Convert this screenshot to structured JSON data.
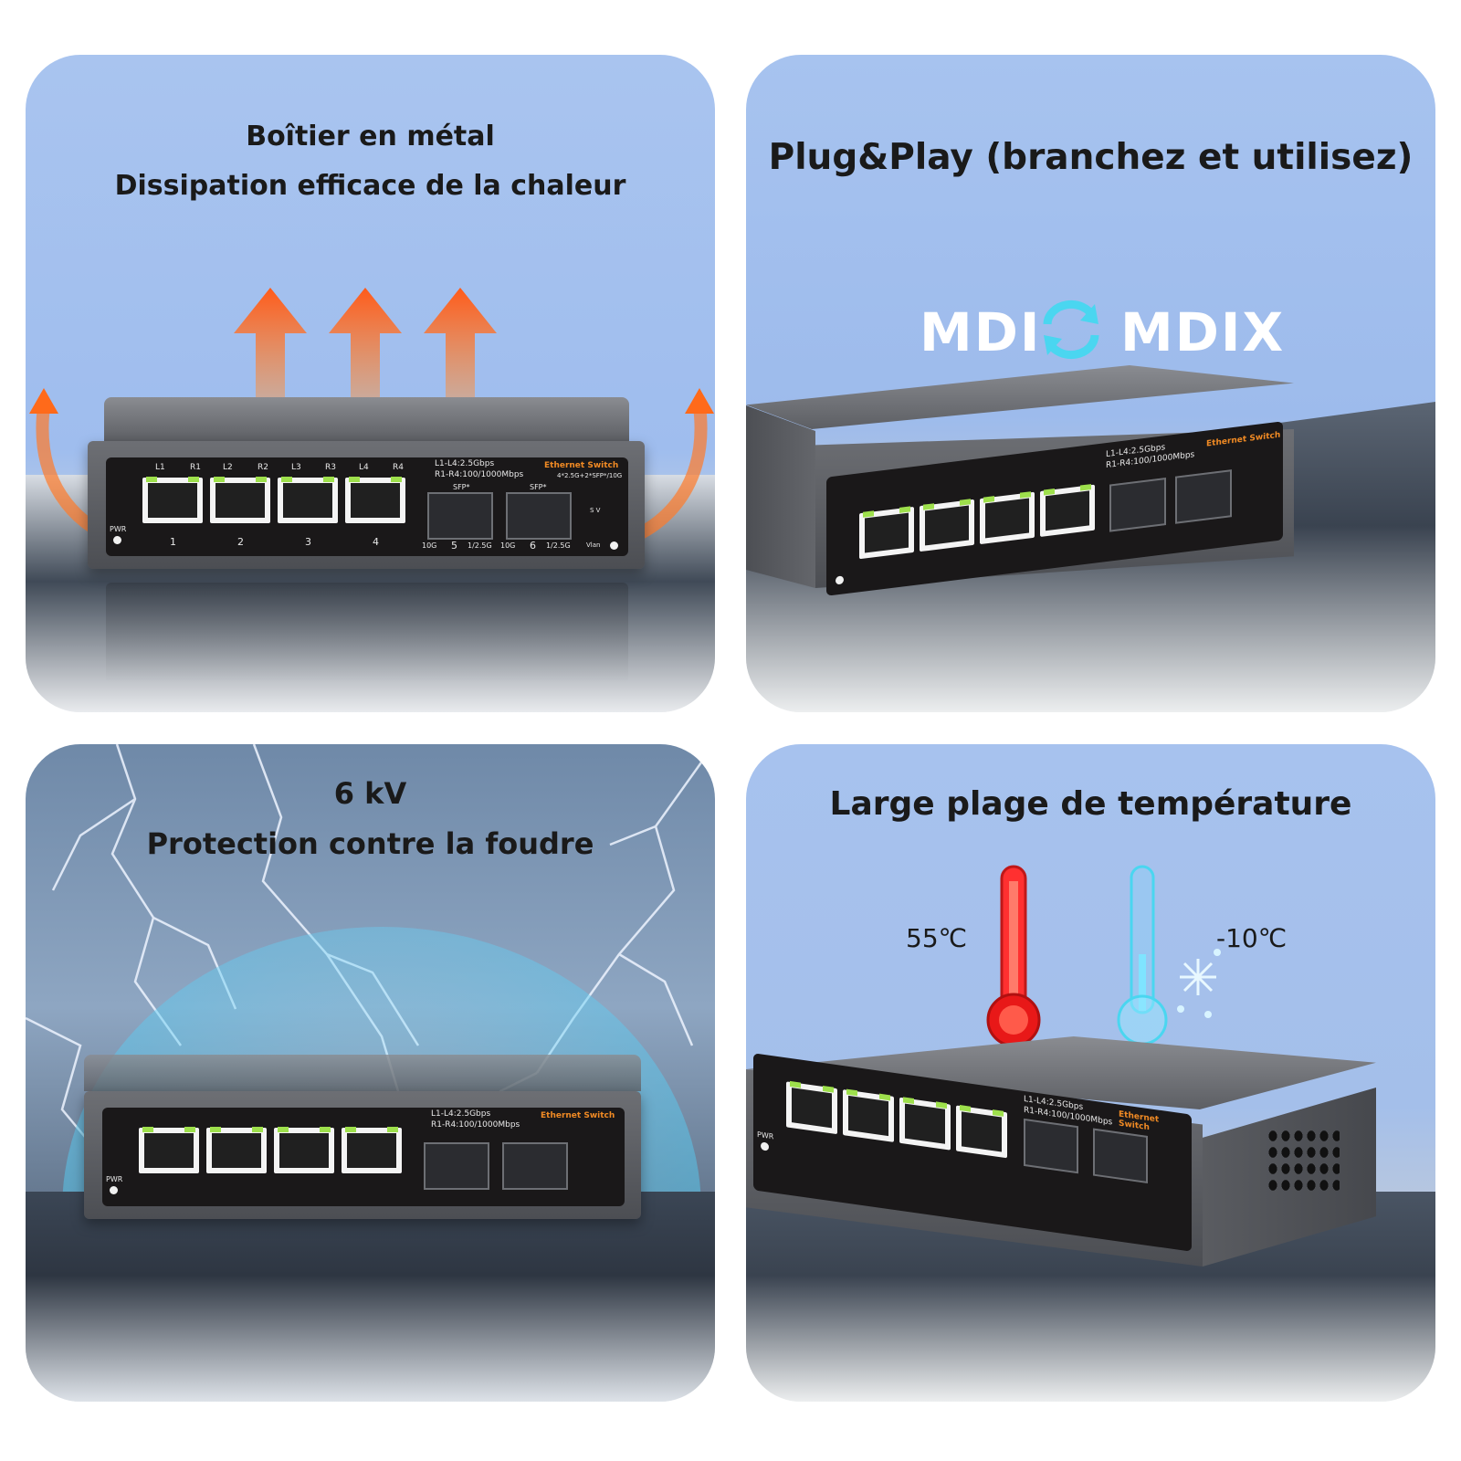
{
  "panel1": {
    "title_line1": "Boîtier en métal",
    "title_line2": "Dissipation efficace de la chaleur"
  },
  "panel2": {
    "title": "Plug&Play (branchez et utilisez)",
    "mdi": "MDI",
    "mdix": "MDIX"
  },
  "panel3": {
    "title_line1": "6 kV",
    "title_line2": "Protection contre la foudre"
  },
  "panel4": {
    "title": "Large plage de température",
    "temp_high": "55℃",
    "temp_low": "-10℃"
  },
  "switch": {
    "brand": "Ethernet Switch",
    "spec": "4*2.5G+2*SFP*/10G",
    "legend_1": "L1-L4:2.5Gbps",
    "legend_2": "R1-R4:100/1000Mbps",
    "port_labels_top": [
      "L1",
      "R1",
      "L2",
      "R2",
      "L3",
      "R3",
      "L4",
      "R4"
    ],
    "port_numbers": [
      "1",
      "2",
      "3",
      "4"
    ],
    "sfp_label": "SFP*",
    "sfp_5": "5",
    "sfp_6": "6",
    "speed_10g": "10G",
    "speed_low": "1/2.5G",
    "pwr": "PWR",
    "vlan": "Vlan",
    "switch_sv": "S V",
    "colors": {
      "led_green": "#9ee04c",
      "brand_orange": "#f08a24",
      "legend_orange": "#f5a623",
      "legend_green": "#3cc23c"
    }
  }
}
